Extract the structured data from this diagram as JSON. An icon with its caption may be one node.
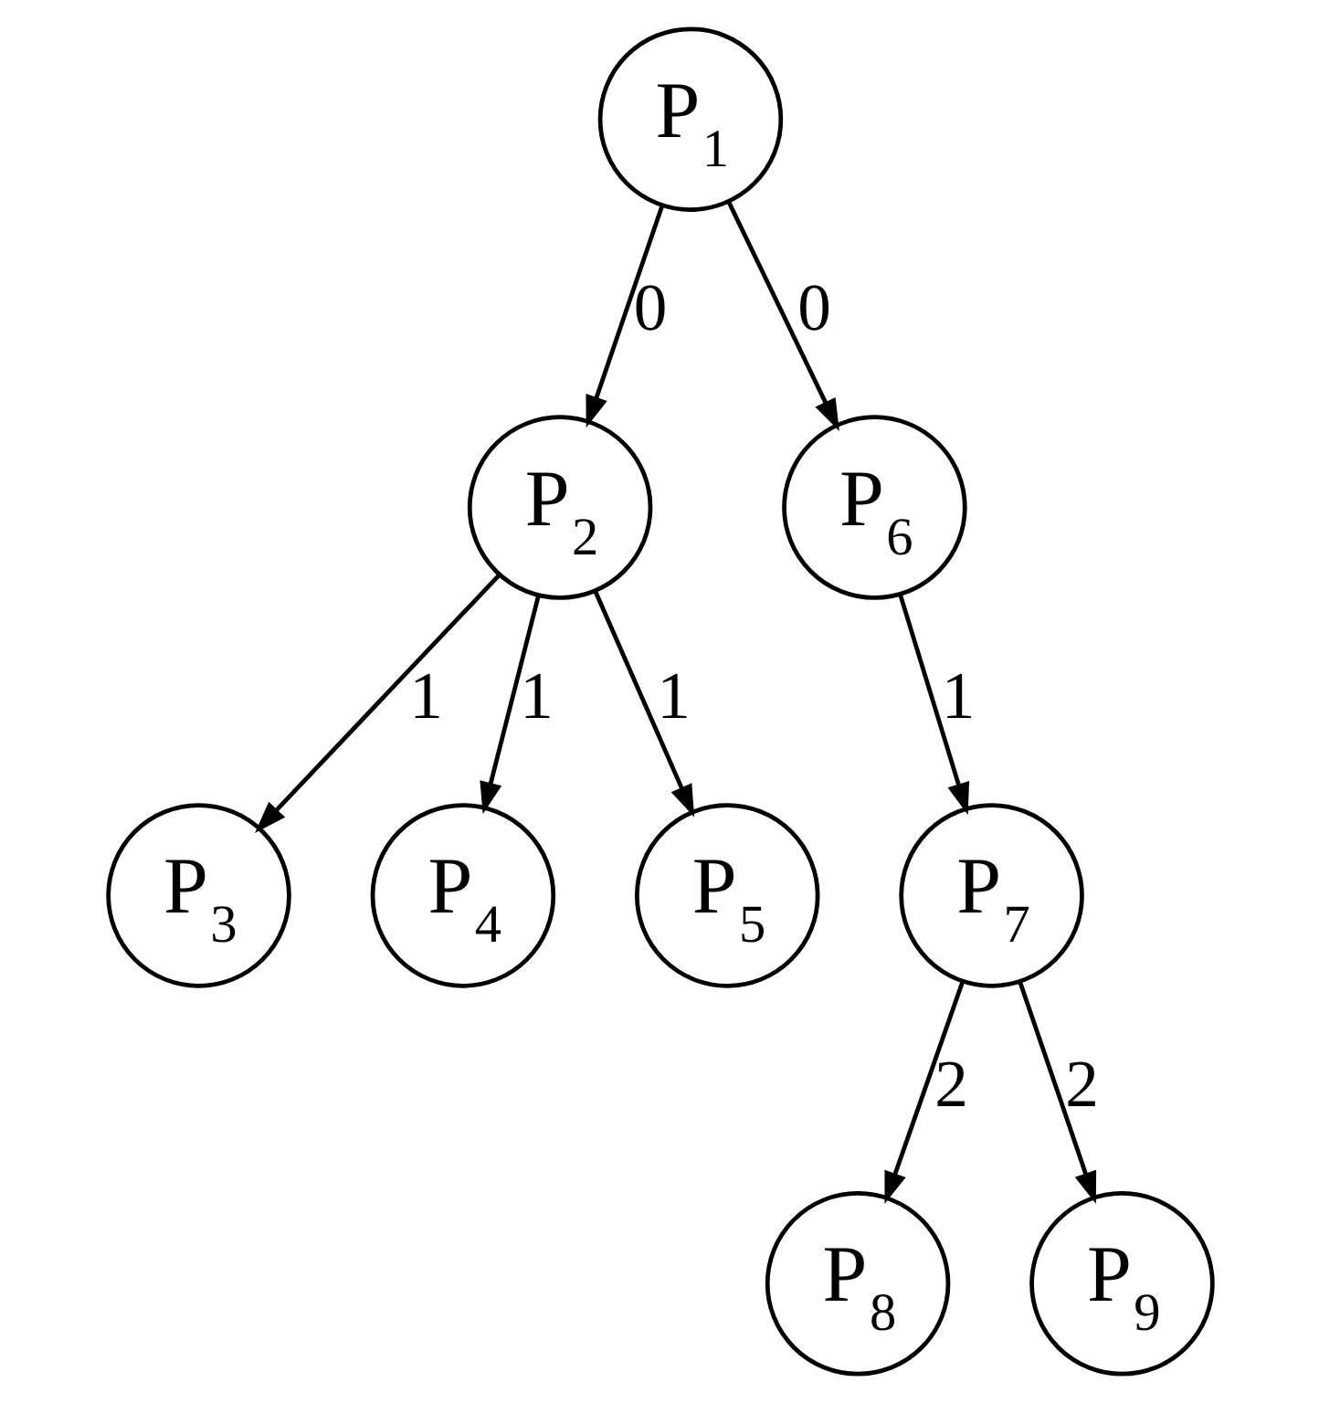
{
  "diagram": {
    "nodes": [
      {
        "text": [
          "P$_{1}$"
        ]
      },
      {
        "text": [
          "P$_{2}$"
        ]
      },
      {
        "text": [
          "P$_{3}$"
        ]
      },
      {
        "text": [
          "P$_{4}$"
        ]
      },
      {
        "text": [
          "P$_{5}$"
        ]
      },
      {
        "text": [
          "P$_{6}$"
        ]
      },
      {
        "text": [
          "P$_{7}$"
        ]
      },
      {
        "text": [
          "P$_{8}$"
        ]
      },
      {
        "text": [
          "P$_{9}$"
        ]
      }
    ],
    "edges": [
      {
        "from": 0,
        "to": 1,
        "arrow": "to",
        "label": "0"
      },
      {
        "from": 0,
        "to": 5,
        "arrow": "to",
        "label": "0"
      },
      {
        "from": 1,
        "to": 2,
        "arrow": "to",
        "label": "1"
      },
      {
        "from": 1,
        "to": 3,
        "arrow": "to",
        "label": "1"
      },
      {
        "from": 1,
        "to": 4,
        "arrow": "to",
        "label": "1"
      },
      {
        "from": 5,
        "to": 6,
        "arrow": "to",
        "label": "1"
      },
      {
        "from": 6,
        "to": 7,
        "arrow": "to",
        "label": "2"
      },
      {
        "from": 6,
        "to": 8,
        "arrow": "to",
        "label": "2"
      }
    ]
  }
}
